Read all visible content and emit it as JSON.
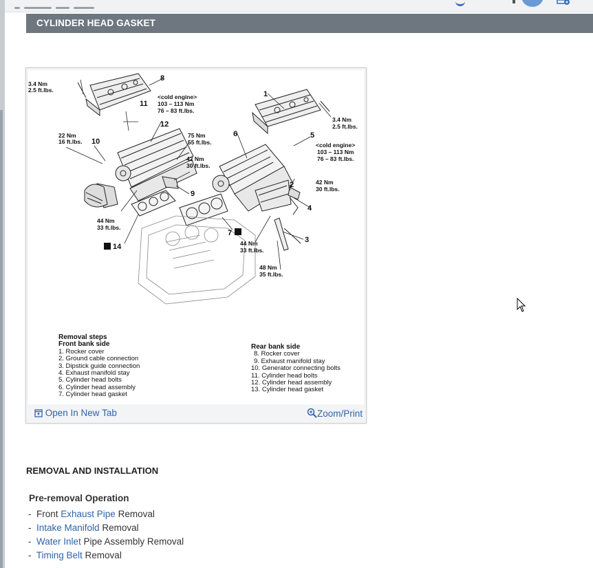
{
  "section": {
    "title": "CYLINDER HEAD GASKET"
  },
  "figure": {
    "callouts": {
      "n1": "1",
      "n2": "2",
      "n3": "3",
      "n4": "4",
      "n5": "5",
      "n6": "6",
      "n7": "7",
      "n8": "8",
      "n9": "9",
      "n10": "10",
      "n11": "11",
      "n12": "12",
      "n14": "14"
    },
    "torque": {
      "t1a": "3.4 Nm",
      "t1b": "2.5 ft.lbs.",
      "t2a": "<cold engine>",
      "t2b": "103 – 113 Nm",
      "t2c": "76 – 83 ft.lbs.",
      "t3a": "22 Nm",
      "t3b": "16 ft.lbs.",
      "t4a": "75 Nm",
      "t4b": "55 ft.lbs.",
      "t5a": "42 Nm",
      "t5b": "30 ft.lbs.",
      "t6a": "44 Nm",
      "t6b": "33 ft.lbs.",
      "t7a": "3.4 Nm",
      "t7b": "2.5 ft.lbs.",
      "t8a": "<cold engine>",
      "t8b": "103 – 113 Nm",
      "t8c": "76 – 83 ft.lbs.",
      "t9a": "42 Nm",
      "t9b": "30 ft.lbs.",
      "t10a": "44 Nm",
      "t10b": "33 ft.lbs.",
      "t11a": "48 Nm",
      "t11b": "35 ft.lbs."
    },
    "removal_title": "Removal steps",
    "front_title": "Front bank side",
    "front_steps": [
      "1. Rocker cover",
      "2. Ground cable connection",
      "3. Dipstick guide connection",
      "4. Exhaust manifold stay",
      "5. Cylinder head bolts",
      "6. Cylinder head assembly",
      "7. Cylinder head gasket"
    ],
    "rear_title": "Rear bank side",
    "rear_steps": [
      "8. Rocker cover",
      "9. Exhaust manifold stay",
      "10. Generator connecting bolts",
      "11. Cylinder head bolts",
      "12. Cylinder head assembly",
      "13. Cylinder head gasket"
    ],
    "open_label": "Open In New Tab",
    "zoom_label": "Zoom/Print",
    "open_icon": "open-new-tab-icon",
    "zoom_icon": "zoom-icon"
  },
  "removal": {
    "title": "REMOVAL AND INSTALLATION"
  },
  "pre_removal": {
    "title": "Pre-removal Operation",
    "items": [
      {
        "prefix": "-  Front ",
        "link": "Exhaust Pipe",
        "suffix": " Removal"
      },
      {
        "prefix": "-  ",
        "link": "Intake Manifold",
        "suffix": " Removal"
      },
      {
        "prefix": "-  ",
        "link": "Water Inlet",
        "suffix": " Pipe Assembly Removal"
      },
      {
        "prefix": "-  ",
        "link": "Timing Belt",
        "suffix": " Removal"
      }
    ]
  },
  "colors": {
    "header_bg": "#6e7780",
    "link": "#2f63a8"
  }
}
